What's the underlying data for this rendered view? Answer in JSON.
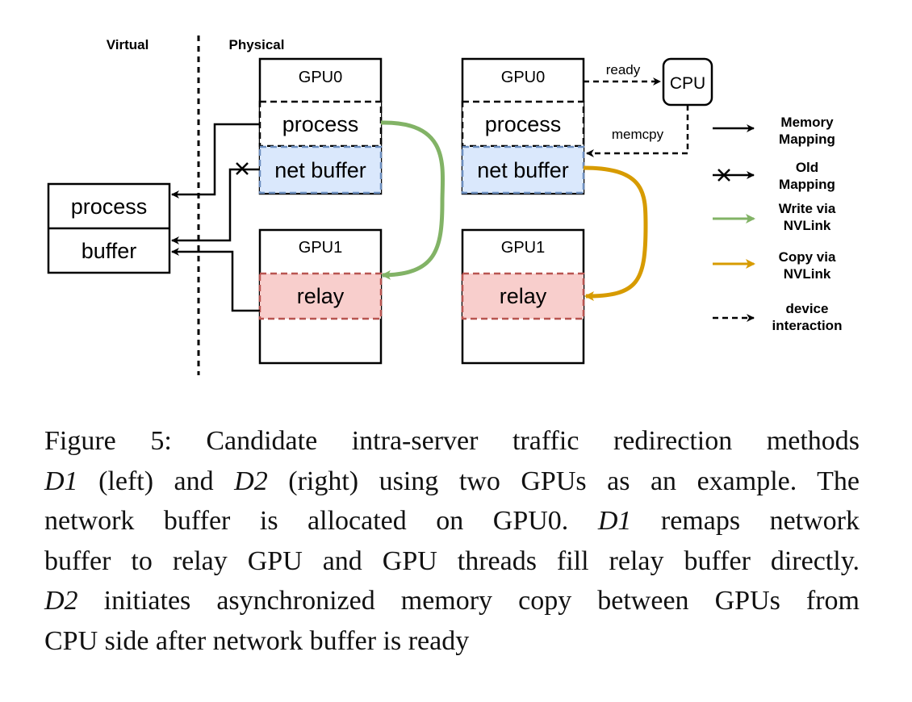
{
  "labels": {
    "virtual": "Virtual",
    "physical": "Physical",
    "process": "process",
    "buffer": "buffer",
    "gpu0": "GPU0",
    "gpu1": "GPU1",
    "net_buffer": "net buffer",
    "relay": "relay",
    "cpu": "CPU",
    "ready": "ready",
    "memcpy": "memcpy"
  },
  "legend": [
    {
      "l1": "Memory",
      "l2": "Mapping"
    },
    {
      "l1": "Old",
      "l2": "Mapping"
    },
    {
      "l1": "Write via",
      "l2": "NVLink"
    },
    {
      "l1": "Copy via",
      "l2": "NVLink"
    },
    {
      "l1": "device",
      "l2": "interaction"
    }
  ],
  "colors": {
    "write_nvlink": "#82b366",
    "copy_nvlink": "#d79b00",
    "net_buffer_fill": "#dae8fc",
    "net_buffer_stroke": "#6c8ebf",
    "relay_fill": "#f8cecc",
    "relay_stroke": "#b85450"
  },
  "caption": {
    "l1": "Figure 5: Candidate intra-server traffic redirection methods",
    "l2_d1": "D1",
    "l2_a": " (left) and ",
    "l2_d2": "D2",
    "l2_b": " (right) using two GPUs as an example. The",
    "l3_a": "network buffer is allocated on GPU0. ",
    "l3_d1": "D1",
    "l3_b": " remaps network",
    "l4": "buffer to relay GPU and GPU threads fill relay buffer directly.",
    "l5_d2": "D2",
    "l5_a": " initiates asynchronized memory copy between GPUs from",
    "l6": "CPU side after network buffer is ready"
  }
}
